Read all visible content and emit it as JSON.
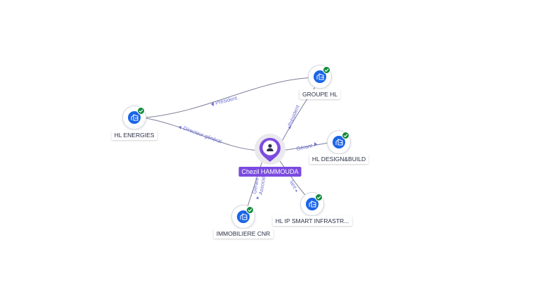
{
  "person": {
    "name": "Chezil HAMMOUDA",
    "icon": "person-pin-icon",
    "color": "#7b4be0"
  },
  "companies": {
    "hl_energies": {
      "name": "HL ENERGIES",
      "icon": "company-building-icon",
      "verified": true
    },
    "groupe_hl": {
      "name": "GROUPE HL",
      "icon": "company-building-icon",
      "verified": true
    },
    "hl_design": {
      "name": "HL DESIGN&BUILD",
      "icon": "company-building-icon",
      "verified": true
    },
    "hl_ip": {
      "name": "HL IP SMART INFRASTR...",
      "icon": "company-building-icon",
      "verified": true
    },
    "immobiliere": {
      "name": "IMMOBILIERE CNR",
      "icon": "company-building-icon",
      "verified": true
    }
  },
  "edges": {
    "groupe_to_energies": "Président",
    "person_to_energies": "Directeur général",
    "person_to_groupe": "Président",
    "person_to_design": "Gérant",
    "person_to_ip": "lant",
    "person_to_immo_1": "Gérant",
    "person_to_immo_2": "Associé"
  },
  "colors": {
    "company": "#1a64e8",
    "verified": "#0f8a3c",
    "edge_label": "#6f6fd8"
  }
}
